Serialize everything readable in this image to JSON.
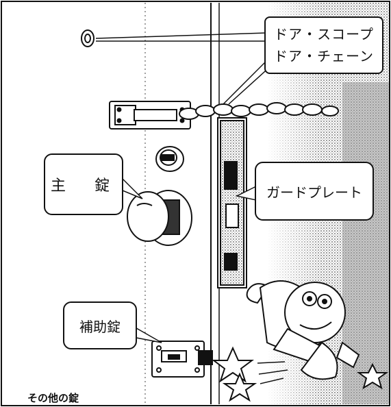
{
  "labels": {
    "door_scope": "ドア・スコープ",
    "door_chain": "ドア・チェーン",
    "main_lock": "主　錠",
    "guard_plate": "ガードプレート",
    "aux_lock": "補助錠",
    "other_locks": "その他の錠"
  },
  "colors": {
    "ink": "#111111",
    "paper": "#ffffff",
    "shade": "#8a8a8a"
  }
}
